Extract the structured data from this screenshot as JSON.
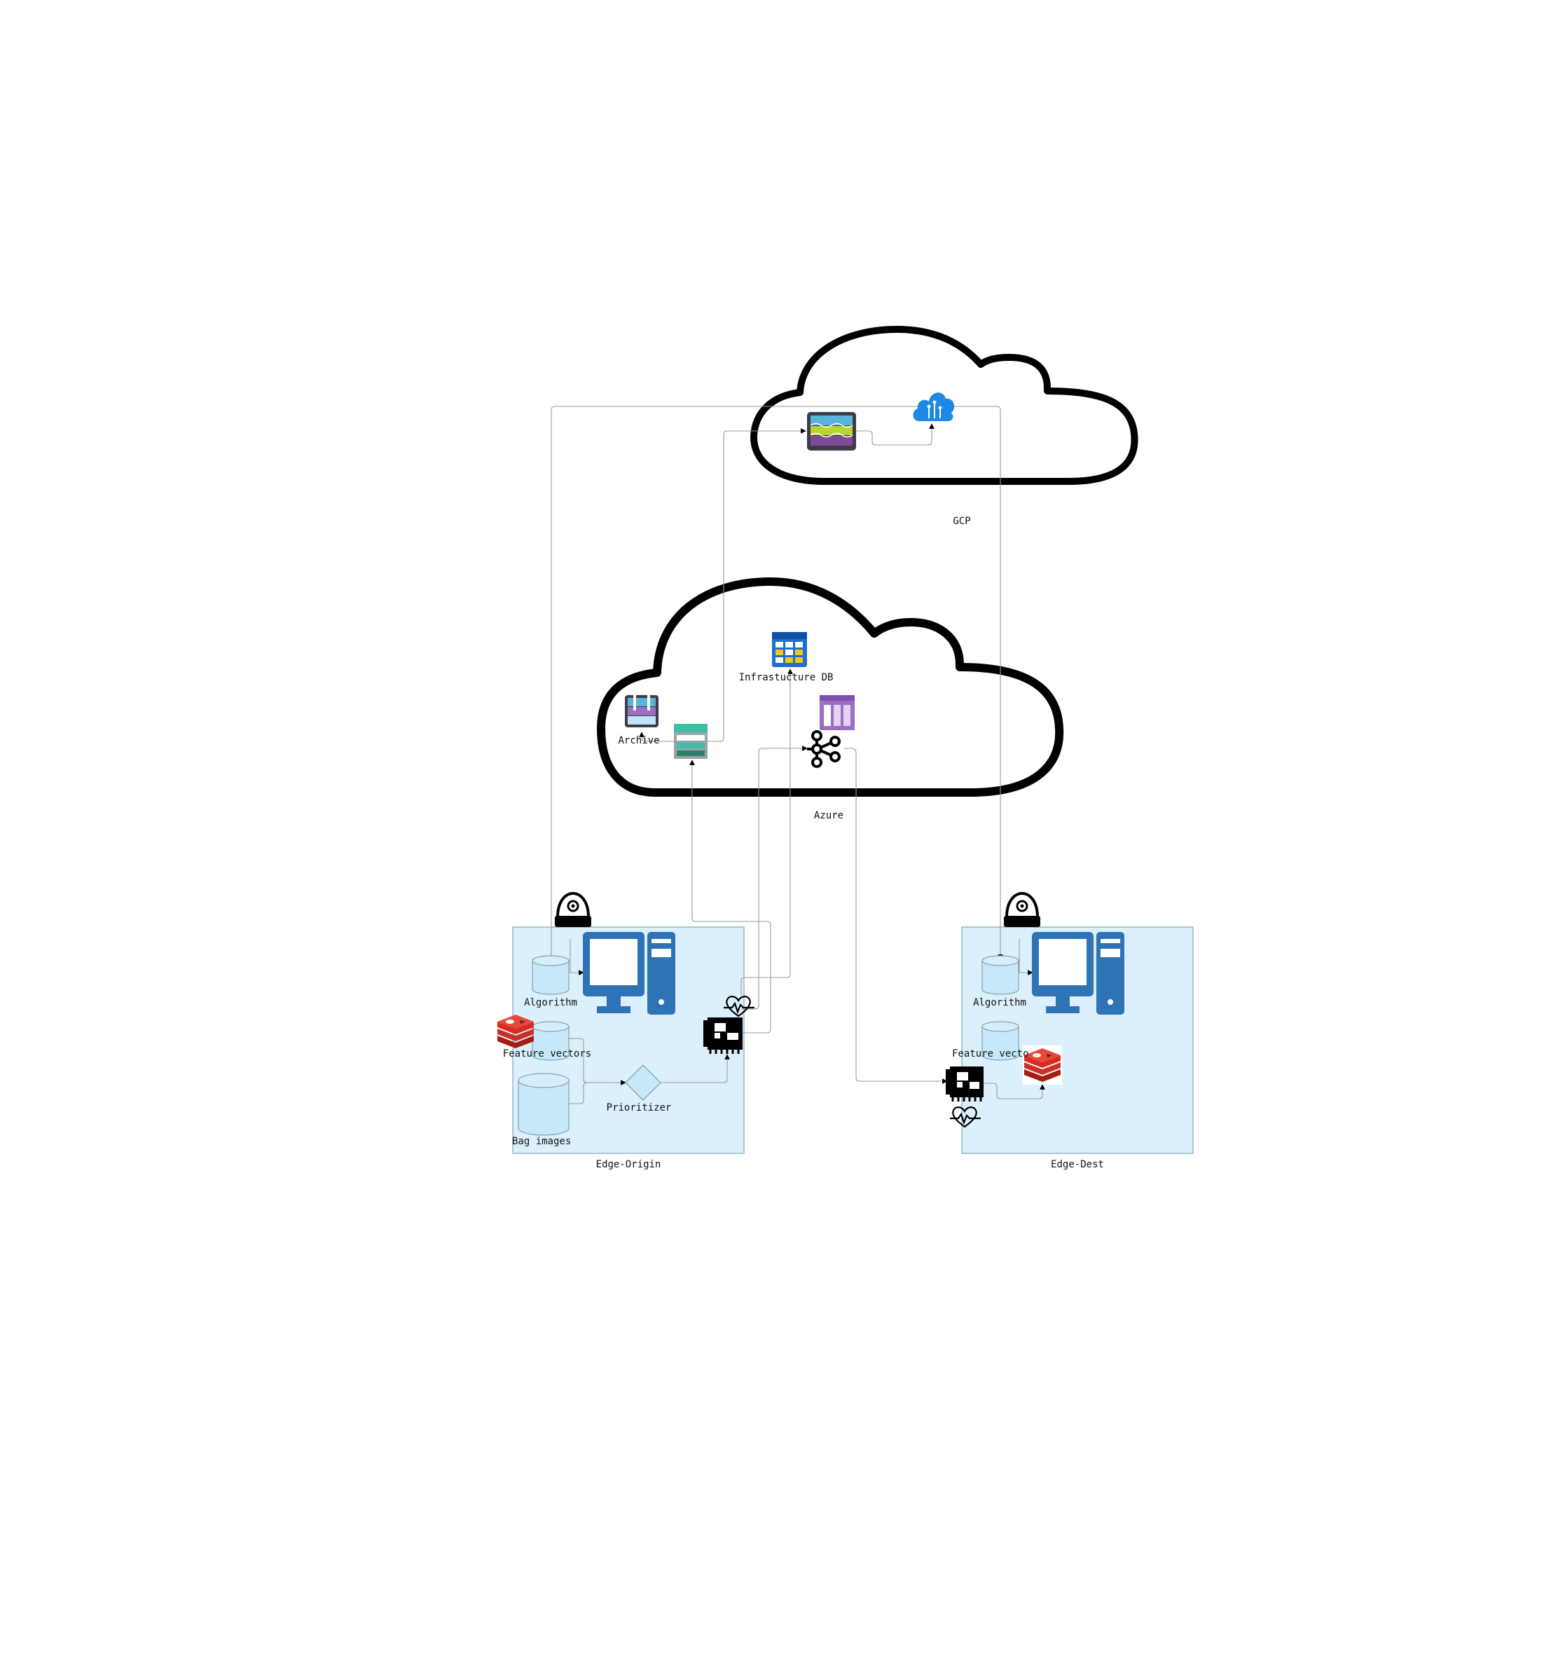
{
  "clouds": {
    "gcp": {
      "label": "GCP"
    },
    "azure": {
      "label": "Azure"
    }
  },
  "edges": {
    "origin": {
      "label": "Edge-Origin"
    },
    "dest": {
      "label": "Edge-Dest"
    }
  },
  "nodes": {
    "infrastructure_db": "Infrastucture DB",
    "archive": "Archive",
    "origin_algorithm": "Algorithm",
    "origin_feature_vectors": "Feature vectors",
    "origin_prioritizer": "Prioritizer",
    "origin_bag_images": "Bag images",
    "dest_algorithm": "Algorithm",
    "dest_feature_vectors": "Feature vecto"
  },
  "colors": {
    "edge_fill": "#dbf0fc",
    "edge_stroke": "#8aa4b8",
    "computer_blue": "#2f73b7",
    "redis_red": "#c9302c",
    "connector": "#999999"
  },
  "icons": [
    "gcp-data-lake-icon",
    "ai-cloud-icon",
    "table-storage-icon",
    "blob-archive-icon",
    "storage-account-icon",
    "kafka-icon",
    "event-hub-icon",
    "camera-dome-icon",
    "computer-icon",
    "redis-icon",
    "network-card-icon",
    "heartbeat-icon",
    "database-cylinder-icon",
    "decision-diamond-icon"
  ]
}
